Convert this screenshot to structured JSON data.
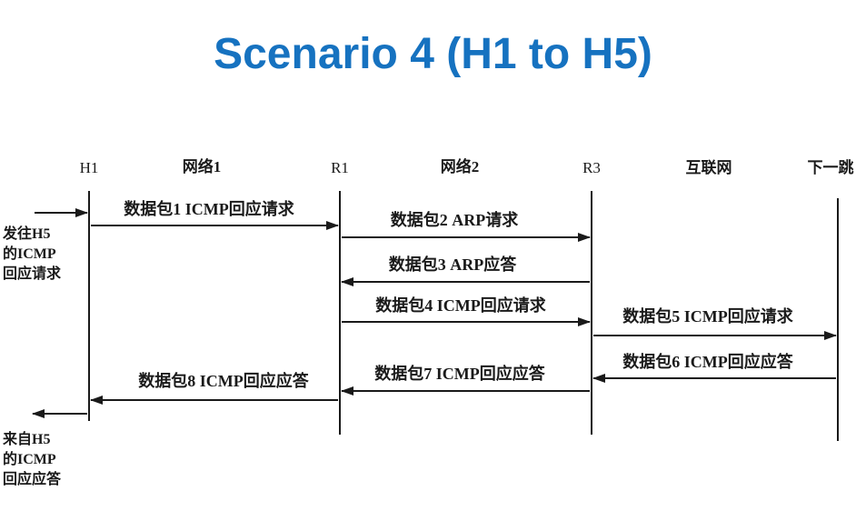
{
  "slide": {
    "title": "Scenario 4 (H1 to H5)"
  },
  "colors": {
    "title": "#1672c0",
    "ink": "#1a1a1a"
  },
  "diagram": {
    "nodes": [
      {
        "id": "h1",
        "label": "H1"
      },
      {
        "id": "r1",
        "label": "R1"
      },
      {
        "id": "r3",
        "label": "R3"
      },
      {
        "id": "next-hop",
        "label": "下一跳"
      }
    ],
    "networks": [
      {
        "id": "net1",
        "label": "网络1"
      },
      {
        "id": "net2",
        "label": "网络2"
      },
      {
        "id": "internet",
        "label": "互联网"
      }
    ],
    "messages": [
      {
        "id": "msg1",
        "from": "h1",
        "to": "r1",
        "label": "数据包1 ICMP回应请求"
      },
      {
        "id": "msg2",
        "from": "r1",
        "to": "r3",
        "label": "数据包2 ARP请求"
      },
      {
        "id": "msg3",
        "from": "r3",
        "to": "r1",
        "label": "数据包3 ARP应答"
      },
      {
        "id": "msg4",
        "from": "r1",
        "to": "r3",
        "label": "数据包4 ICMP回应请求"
      },
      {
        "id": "msg5",
        "from": "r3",
        "to": "next-hop",
        "label": "数据包5 ICMP回应请求"
      },
      {
        "id": "msg6",
        "from": "next-hop",
        "to": "r3",
        "label": "数据包6 ICMP回应应答"
      },
      {
        "id": "msg7",
        "from": "r3",
        "to": "r1",
        "label": "数据包7 ICMP回应应答"
      },
      {
        "id": "msg8",
        "from": "r1",
        "to": "h1",
        "label": "数据包8 ICMP回应应答"
      }
    ],
    "side_notes": {
      "incoming": [
        "发往H5",
        "的ICMP",
        "回应请求"
      ],
      "outgoing": [
        "来自H5",
        "的ICMP",
        "回应应答"
      ]
    }
  }
}
